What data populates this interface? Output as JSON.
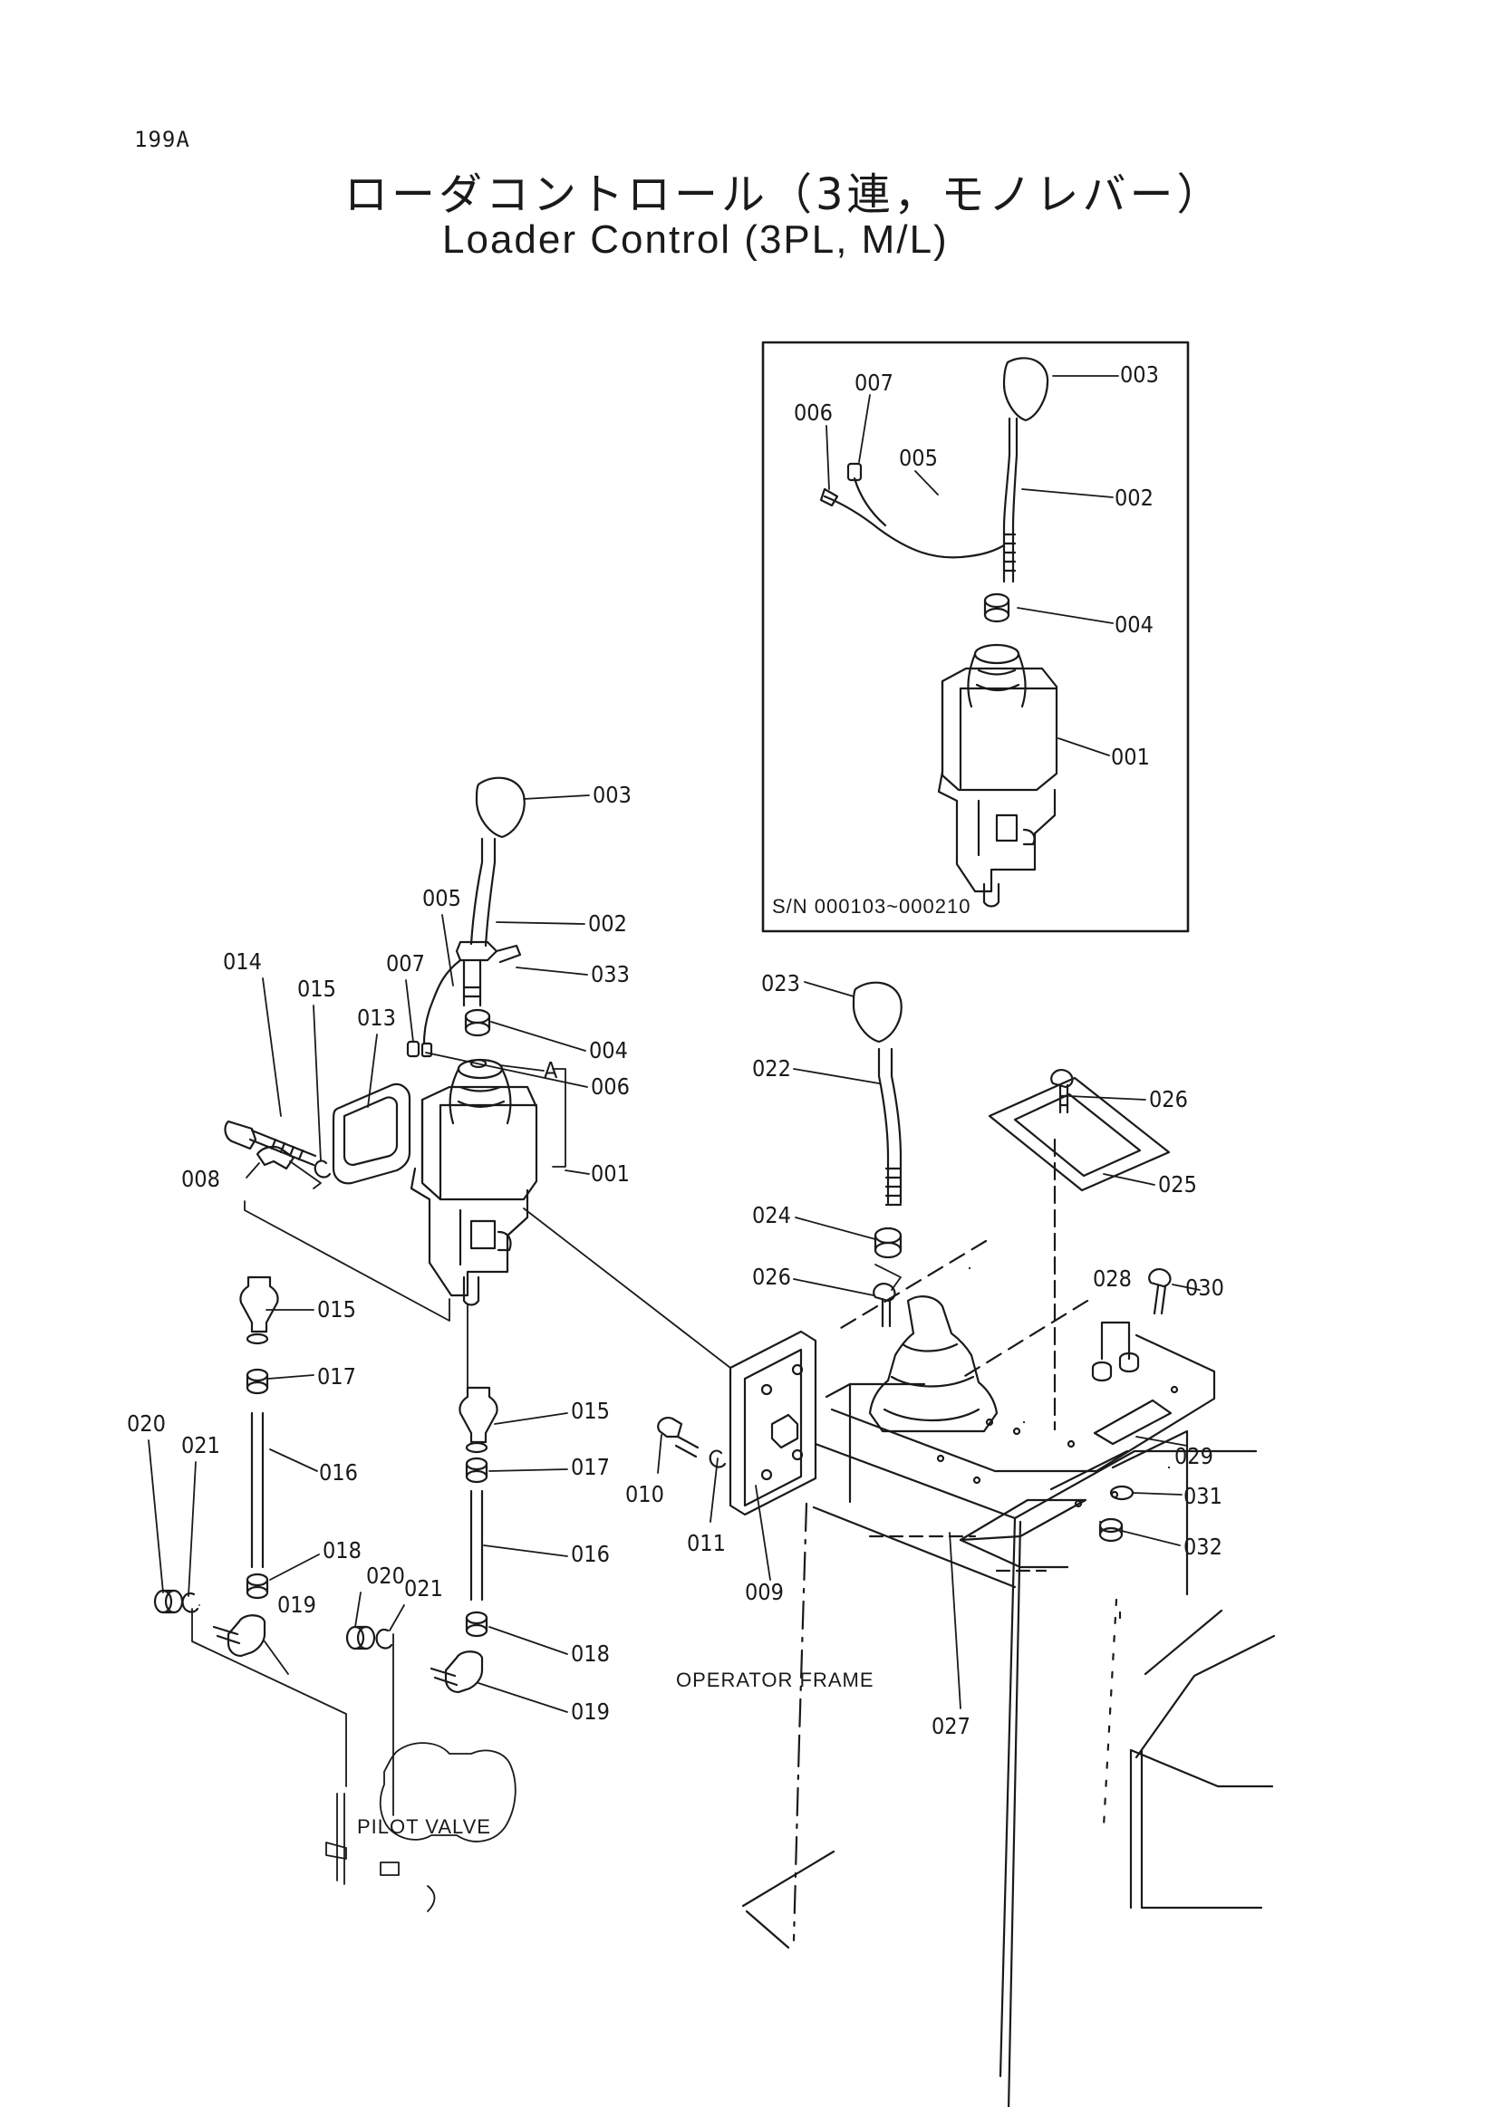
{
  "page_number": "199A",
  "title_japanese": "ローダコントロール（3連，モノレバー）",
  "title_english": "Loader Control (3PL, M/L)",
  "inset_serial_note": "S/N  000103~000210",
  "labels": {
    "operator_frame": "OPERATOR FRAME",
    "pilot_valve": "PILOT VALVE",
    "detail_a": "A"
  },
  "inset_callouts": [
    "003",
    "007",
    "006",
    "005",
    "002",
    "004",
    "001"
  ],
  "main_callouts": [
    "003",
    "005",
    "002",
    "007",
    "033",
    "014",
    "015",
    "013",
    "004",
    "006",
    "008",
    "001",
    "015",
    "017",
    "016",
    "020",
    "021",
    "018",
    "019",
    "015",
    "017",
    "016",
    "020",
    "021",
    "018",
    "019",
    "023",
    "022",
    "026",
    "025",
    "024",
    "026",
    "028",
    "030",
    "010",
    "011",
    "009",
    "029",
    "031",
    "032",
    "027"
  ]
}
